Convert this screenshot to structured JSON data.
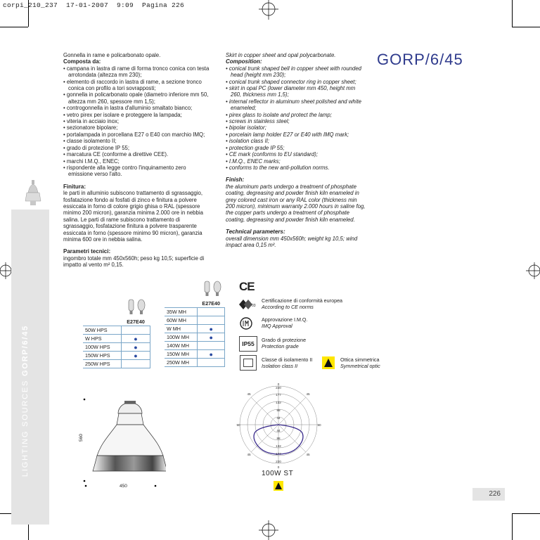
{
  "header": {
    "text": "corpi_210_237  17-01-2007  9:09  Pagina 226"
  },
  "sidebar": {
    "label_prefix": "LIGHTING SOURCES ",
    "label_product": "GORP/6/45"
  },
  "product": {
    "title": "GORP/6/45"
  },
  "italian": {
    "intro": "Gonnella in rame e policarbonato opale.",
    "composition_heading": "Composta da:",
    "composition_items": [
      "campana in lastra di rame di forma tronco conica con testa arrotondata (altezza mm 230);",
      "elemento di raccordo in lastra di rame, a sezione tronco conica con profilo a tori sovrapposti;",
      "gonnella in policarbonato opale (diametro inferiore mm 50, altezza mm 260, spessore mm 1,5);",
      "controgonnella in lastra d'alluminio smaltato bianco;",
      "vetro pirex per isolare e proteggere la lampada;",
      "viteria in acciaio inox;",
      "sezionatore bipolare;",
      "portalampada in porcellana E27 o E40 con marchio IMQ;",
      "classe isolamento II;",
      "grado di protezione IP 55;",
      "marcatura CE (conforme a direttive CEE).",
      "marchi I.M.Q., ENEC;",
      "rispondente alla legge contro l'inquinamento zero emissione verso l'alto."
    ],
    "finish_heading": "Finitura:",
    "finish_text": "le parti in alluminio subiscono trattamento di sgrassaggio, fosfatazione fondo ai fosfati di zinco e finitura a polvere essiccata in forno di colore grigio ghisa o RAL (spessore minimo 200 micron), garanzia minima 2.000 ore in nebbia salina. Le parti di rame subiscono trattamento di sgrassaggio, fosfatazione finitura a polvere trasparente essiccata in forno (spessore minimo 90 micron), garanzia minima 600 ore in nebbia salina.",
    "tech_heading": "Parametri tecnici:",
    "tech_text": "ingombro totale mm 450x560h; peso kg 10,5; superficie di impatto al vento m² 0,15."
  },
  "english": {
    "intro": "Skirt in copper sheet and opal polycarbonate.",
    "composition_heading": "Composition:",
    "composition_items": [
      "conical trunk shaped bell in copper sheet with rounded head (height mm 230);",
      "conical trunk shaped connector ring in copper sheet;",
      "skirt in opal PC (lower diameter mm 450, height mm 260, thickness mm 1,5);",
      "internal reflector in aluminum sheet polished and white enameled;",
      "pirex glass to isolate and protect the lamp;",
      "screws in stainless steel;",
      "bipolar isolator;",
      "porcelain lamp holder E27 or E40 with IMQ mark;",
      "isolation class II;",
      "protection grade IP 55;",
      "CE mark (conforms to EU standard);",
      "I.M.Q., ENEC marks;",
      "conforms to the new anti-pollution norms."
    ],
    "finish_heading": "Finish:",
    "finish_text": "the aluminum parts undergo a treatment of phosphate coating, degreasing and powder finish kiln enameled in grey colored cast iron or any RAL color (thickness min 200 micron), minimum warranty 2.000 hours in saline fog, the copper parts undergo a treatment of phosphate coating, degreasing and powder finish kiln enameled.",
    "tech_heading": "Technical parameters:",
    "tech_text": "overall dimension mm 450x560h; weight kg 10,5; wind impact area 0,15 m²."
  },
  "table_hps": {
    "socket": "E27E40",
    "rows": [
      {
        "label": "50W HPS",
        "dot": ""
      },
      {
        "label": "W HPS",
        "dot": "●"
      },
      {
        "label": "100W HPS",
        "dot": "●"
      },
      {
        "label": "150W HPS",
        "dot": "●"
      },
      {
        "label": "250W HPS",
        "dot": ""
      }
    ]
  },
  "table_mh": {
    "socket": "E27E40",
    "rows": [
      {
        "label": "35W MH",
        "dot": ""
      },
      {
        "label": "60W MH",
        "dot": ""
      },
      {
        "label": "W MH",
        "dot": "●"
      },
      {
        "label": "100W MH",
        "dot": "●"
      },
      {
        "label": "140W MH",
        "dot": ""
      },
      {
        "label": "150W MH",
        "dot": "●"
      },
      {
        "label": "250W MH",
        "dot": ""
      }
    ]
  },
  "certs": {
    "ce_mark": "CE",
    "ce_it": "Certificazione di conformità europea",
    "ce_en": "According to CE norms",
    "imq_it": "Approvazione I.M.Q.",
    "imq_en": "IMQ Approval",
    "ip_badge": "IP55",
    "ip_it": "Grado di protezione",
    "ip_en": "Protection grade",
    "class_it": "Classe di isolamento II",
    "class_en": "Isolation class II",
    "optic_it": "Ottica simmetrica",
    "optic_en": "Symmetrical optic"
  },
  "drawing": {
    "height_label": "560",
    "width_label": "450"
  },
  "polar": {
    "caption": "100W ST",
    "angles": {
      "top": "0",
      "left": "90",
      "right": "90",
      "tl": "45",
      "tr": "45",
      "bl": "45",
      "br": "45",
      "bottom": "0"
    },
    "radial_labels": [
      "220",
      "177",
      "132",
      "88",
      "44",
      "44",
      "88",
      "132",
      "177",
      "220"
    ]
  },
  "page": {
    "number": "226"
  }
}
